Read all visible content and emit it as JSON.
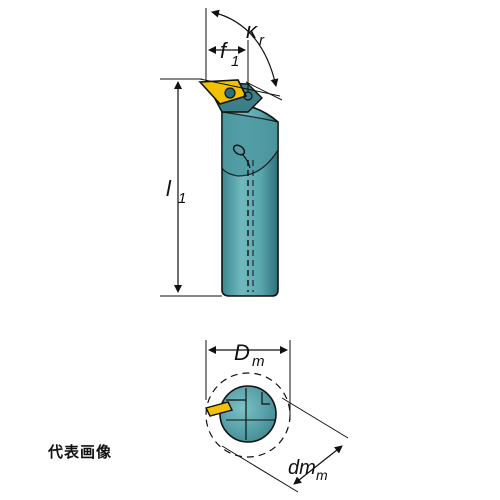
{
  "caption": "代表画像",
  "labels": {
    "f": "f",
    "f_sub": "1",
    "kappa": "κ",
    "kappa_sub": "r",
    "l": "l",
    "l_sub": "1",
    "D": "D",
    "D_sub": "m",
    "dm": "dm",
    "dm_sub": "m"
  },
  "colors": {
    "body": "#5aa6ad",
    "body_dark": "#2f6f78",
    "insert": "#f2c200",
    "outline": "#111111"
  }
}
